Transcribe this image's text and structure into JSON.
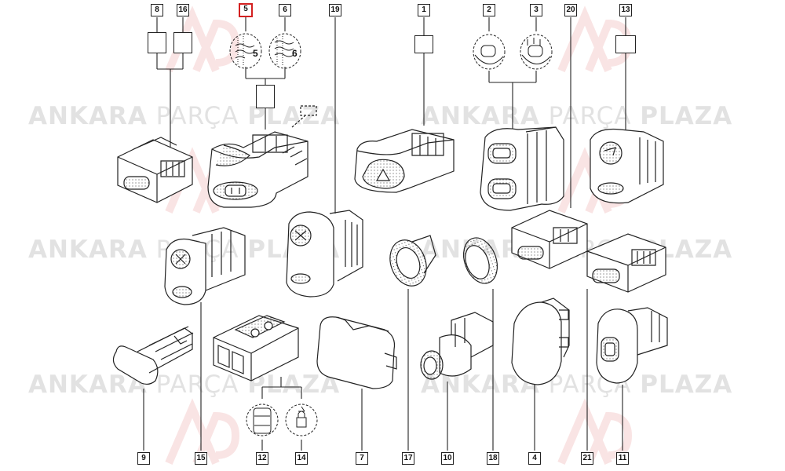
{
  "watermark": {
    "brand_a": "ANKARA",
    "brand_b": "PARÇA",
    "brand_c": "PLAZA"
  },
  "callouts": {
    "c1": "1",
    "c2": "2",
    "c3": "3",
    "c4": "4",
    "c5": "5",
    "c6": "6",
    "c7": "7",
    "c8": "8",
    "c9": "9",
    "c10": "10",
    "c11": "11",
    "c12": "12",
    "c13": "13",
    "c14": "14",
    "c15": "15",
    "c16": "16",
    "c17": "17",
    "c18": "18",
    "c19": "19",
    "c20": "20",
    "c21": "21"
  },
  "selected_callout": "5",
  "sub_labels": {
    "knob5": "5",
    "knob6": "6"
  },
  "colors": {
    "line": "#222222",
    "selected": "#d32020",
    "watermark": "#9a9a9a",
    "logo": "#e07070"
  }
}
